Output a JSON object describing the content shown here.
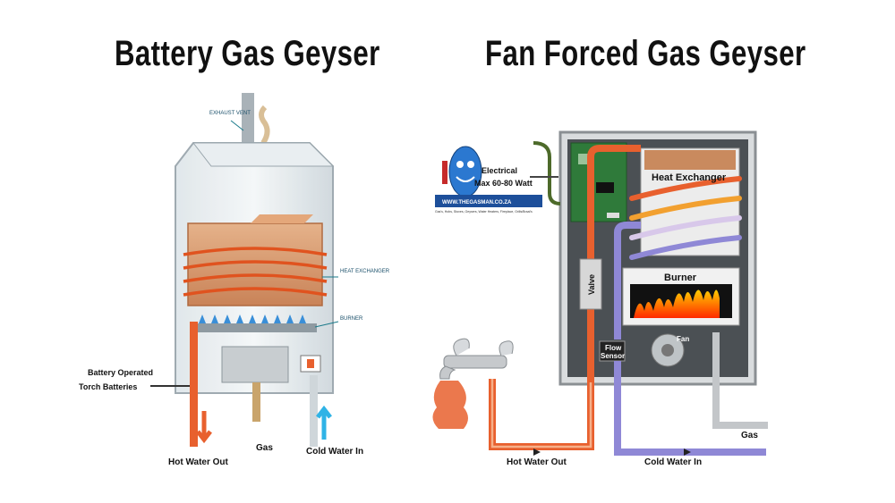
{
  "titles": {
    "left": "Battery Gas Geyser",
    "right": "Fan Forced Gas Geyser"
  },
  "left": {
    "exhaust": "EXHAUST VENT",
    "heat_exchanger": "HEAT EXCHANGER",
    "burner": "BURNER",
    "battery_line1": "Battery Operated",
    "battery_line2": "Torch Batteries",
    "hot_water_out": "Hot Water Out",
    "gas": "Gas",
    "cold_water_in": "Cold Water In"
  },
  "right": {
    "electrical_line1": "Electrical",
    "electrical_line2": "Max 60-80 Watt",
    "website": "WWW.THEGASMAN.CO.ZA",
    "tagline": "Gas's, Hobs, Stoves, Geysers, Water Heaters, Fireplace, Grills/Braai's",
    "heat_exchanger": "Heat Exchanger",
    "burner": "Burner",
    "valve": "Valve",
    "flow_line1": "Flow",
    "flow_line2": "Sensor",
    "fan": "Fan",
    "hot_water_out": "Hot Water Out",
    "cold_water_in": "Cold Water In",
    "gas": "Gas"
  },
  "colors": {
    "hot": "#e8602e",
    "cold": "#8f88d6",
    "flame": "#ff3a00"
  }
}
